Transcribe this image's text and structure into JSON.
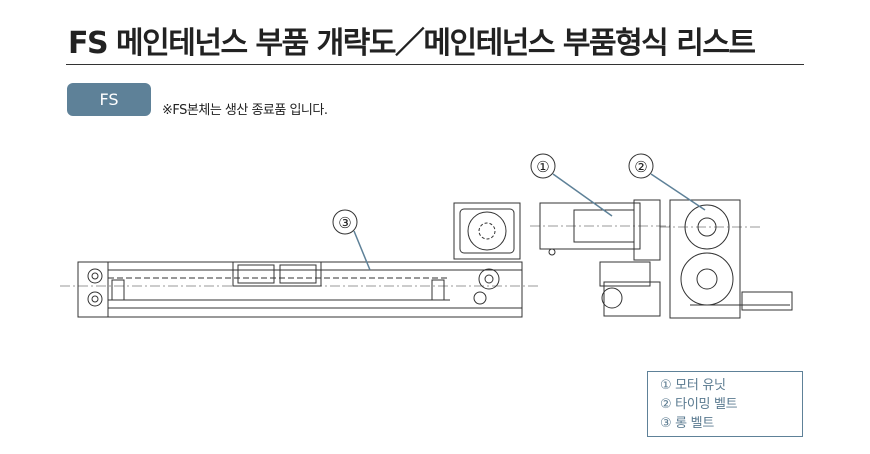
{
  "header": {
    "title": "FS 메인테넌스 부품 개략도／메인테넌스 부품형식 리스트"
  },
  "badge": {
    "label": "FS"
  },
  "note": "※FS본체는 생산 종료품 입니다.",
  "callouts": [
    "①",
    "②",
    "③"
  ],
  "legend": {
    "items": [
      "① 모터 유닛",
      "② 타이밍 벨트",
      "③ 롱 벨트"
    ]
  },
  "colors": {
    "accent": "#5e8198",
    "legend_text": "#5a7a90",
    "callout_line": "#5e8198"
  }
}
